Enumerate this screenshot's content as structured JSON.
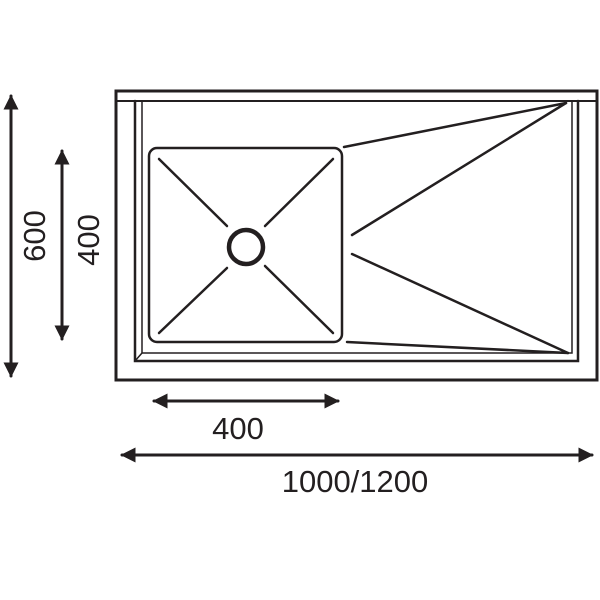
{
  "diagram": {
    "subject": "sink-top-view",
    "line_color": "#231f20",
    "dimensions": {
      "overall_height": "600",
      "bowl_height": "400",
      "bowl_width": "400",
      "overall_width": "1000/1200"
    }
  }
}
